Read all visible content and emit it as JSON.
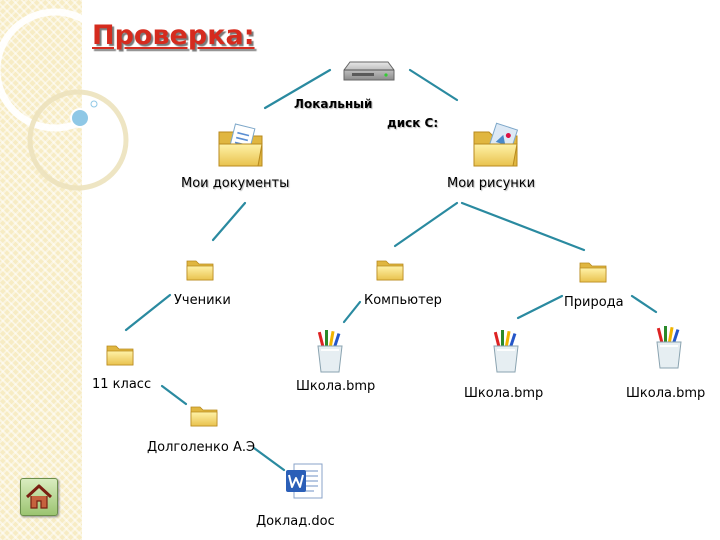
{
  "slide": {
    "title": "Проверка:"
  },
  "tree": {
    "root": {
      "label_line1": "Локальный",
      "label_line2": "диск С:",
      "icon": "hard-drive-icon"
    },
    "my_documents": {
      "label": "Мои документы",
      "icon": "documents-folder-icon"
    },
    "my_pictures": {
      "label": "Мои рисунки",
      "icon": "pictures-folder-icon"
    },
    "students": {
      "label": "Ученики",
      "icon": "folder-icon"
    },
    "computer": {
      "label": "Компьютер",
      "icon": "folder-icon"
    },
    "nature": {
      "label": "Природа",
      "icon": "folder-icon"
    },
    "class11": {
      "label": "11 класс",
      "icon": "folder-icon"
    },
    "school_file_1": {
      "label": "Школа.bmp",
      "icon": "paint-file-icon"
    },
    "school_file_2": {
      "label": "Школа.bmp",
      "icon": "paint-file-icon"
    },
    "school_file_3": {
      "label": "Школа.bmp",
      "icon": "paint-file-icon"
    },
    "person_folder": {
      "label": "Долголенко А.Э",
      "icon": "folder-icon"
    },
    "report_file": {
      "label": "Доклад.doc",
      "icon": "word-document-icon"
    }
  },
  "navigation": {
    "home_icon": "home-icon"
  },
  "colors": {
    "title": "#d52b1e",
    "connector": "#2a8aa0",
    "folder": "#f3d76b",
    "side_band": "#f7ecc4"
  }
}
